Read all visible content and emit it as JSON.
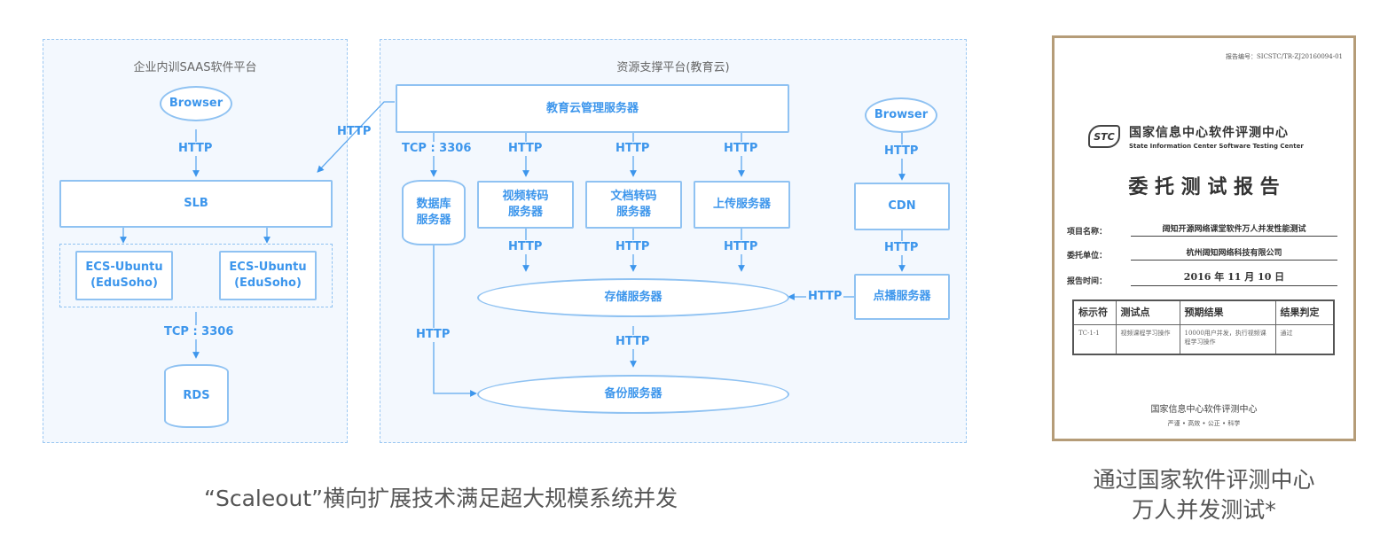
{
  "colors": {
    "accent": "#3d96ec",
    "node_border": "#8fc2f2",
    "panel_bg": "#f3f8fe",
    "panel_border": "#9cc8f2",
    "cert_frame": "#b59c78"
  },
  "left_panel": {
    "title": "企业内训SAAS软件平台",
    "browser": "Browser",
    "http_1": "HTTP",
    "slb": "SLB",
    "ecs_1": "ECS-Ubuntu\n(EduSoho)",
    "ecs_2": "ECS-Ubuntu\n(EduSoho)",
    "tcp": "TCP : 3306",
    "rds": "RDS"
  },
  "cross_link": {
    "label": "HTTP"
  },
  "right_panel": {
    "title": "资源支撑平台(教育云)",
    "mgmt_server": "教育云管理服务器",
    "tcp": "TCP : 3306",
    "http_video": "HTTP",
    "http_doc": "HTTP",
    "http_upload": "HTTP",
    "db_server": "数据库\n服务器",
    "video_transcode": "视频转码\n服务器",
    "doc_transcode": "文档转码\n服务器",
    "upload_server": "上传服务器",
    "http_video_2": "HTTP",
    "http_doc_2": "HTTP",
    "http_upload_2": "HTTP",
    "storage_server": "存储服务器",
    "http_storage": "HTTP",
    "http_db_backup": "HTTP",
    "backup_server": "备份服务器",
    "browser": "Browser",
    "http_browser": "HTTP",
    "cdn": "CDN",
    "http_cdn": "HTTP",
    "vod_server": "点播服务器",
    "http_vod": "HTTP"
  },
  "caption_left": "“Scaleout”横向扩展技术满足超大规模系统并发",
  "certificate": {
    "report_no": "报告编号：SICSTC/TR-ZJ20160094-01",
    "logo": "STC",
    "org_cn": "国家信息中心软件评测中心",
    "org_en": "State Information Center Software Testing Center",
    "title": "委 托 测 试 报 告",
    "fields": [
      {
        "label": "项目名称：",
        "value": "阔知开源网络课堂软件万人并发性能测试"
      },
      {
        "label": "委托单位：",
        "value": "杭州阔知网络科技有限公司"
      },
      {
        "label": "报告时间：",
        "value": "2016 年 11 月 10 日"
      }
    ],
    "table": {
      "headers": [
        "标示符",
        "测试点",
        "预期结果",
        "结果判定"
      ],
      "rows": [
        [
          "TC-1-1",
          "视频课程学习操作",
          "10000用户并发，执行视频课程学习操作",
          "通过"
        ]
      ]
    },
    "footer_org": "国家信息中心软件评测中心",
    "footer_motto": "严谨 • 高效 • 公正 • 科学"
  },
  "caption_right": {
    "line1": "通过国家软件评测中心",
    "line2": "万人并发测试*"
  }
}
